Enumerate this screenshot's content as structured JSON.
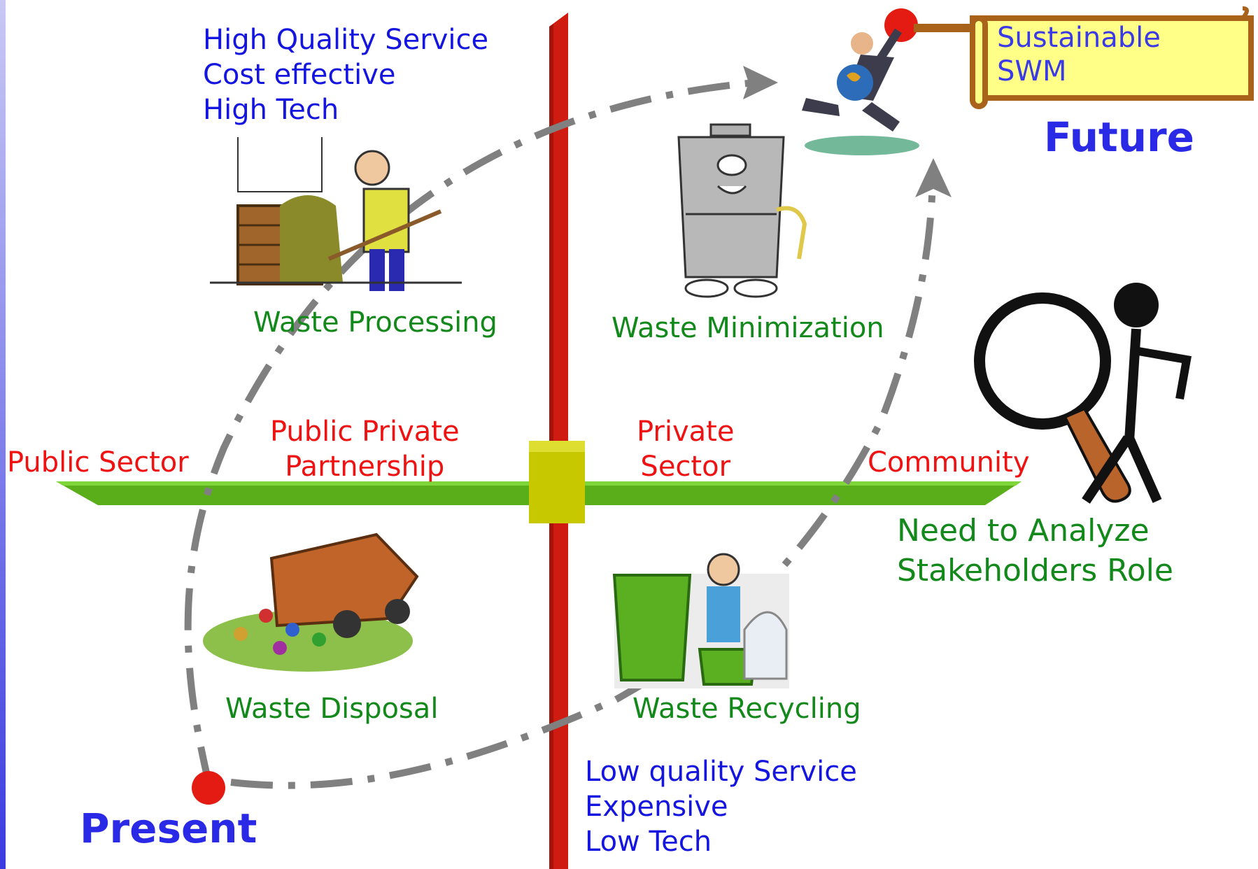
{
  "top_left_list": [
    "High Quality Service",
    "Cost effective",
    "High Tech"
  ],
  "bottom_mid_list": [
    "Low quality Service",
    "Expensive",
    "Low Tech"
  ],
  "quadrants": {
    "processing": "Waste Processing",
    "minimization": "Waste Minimization",
    "disposal": "Waste Disposal",
    "recycling": "Waste Recycling"
  },
  "axis_labels": {
    "public_sector": "Public Sector",
    "ppp": [
      "Public Private",
      "Partnership"
    ],
    "private_sector": [
      "Private",
      "Sector"
    ],
    "community": "Community"
  },
  "goal_banner": [
    "Sustainable",
    "SWM"
  ],
  "future_label": "Future",
  "present_label": "Present",
  "analyze_note": [
    "Need to Analyze",
    "Stakeholders Role"
  ],
  "colors": {
    "vertical_axis": "#d01c10",
    "horizontal_axis": "#5aae1a",
    "center_block": "#c8c800",
    "path": "#808080",
    "dot": "#e41b12",
    "banner": "#ffff88",
    "banner_border": "#a8621a"
  }
}
